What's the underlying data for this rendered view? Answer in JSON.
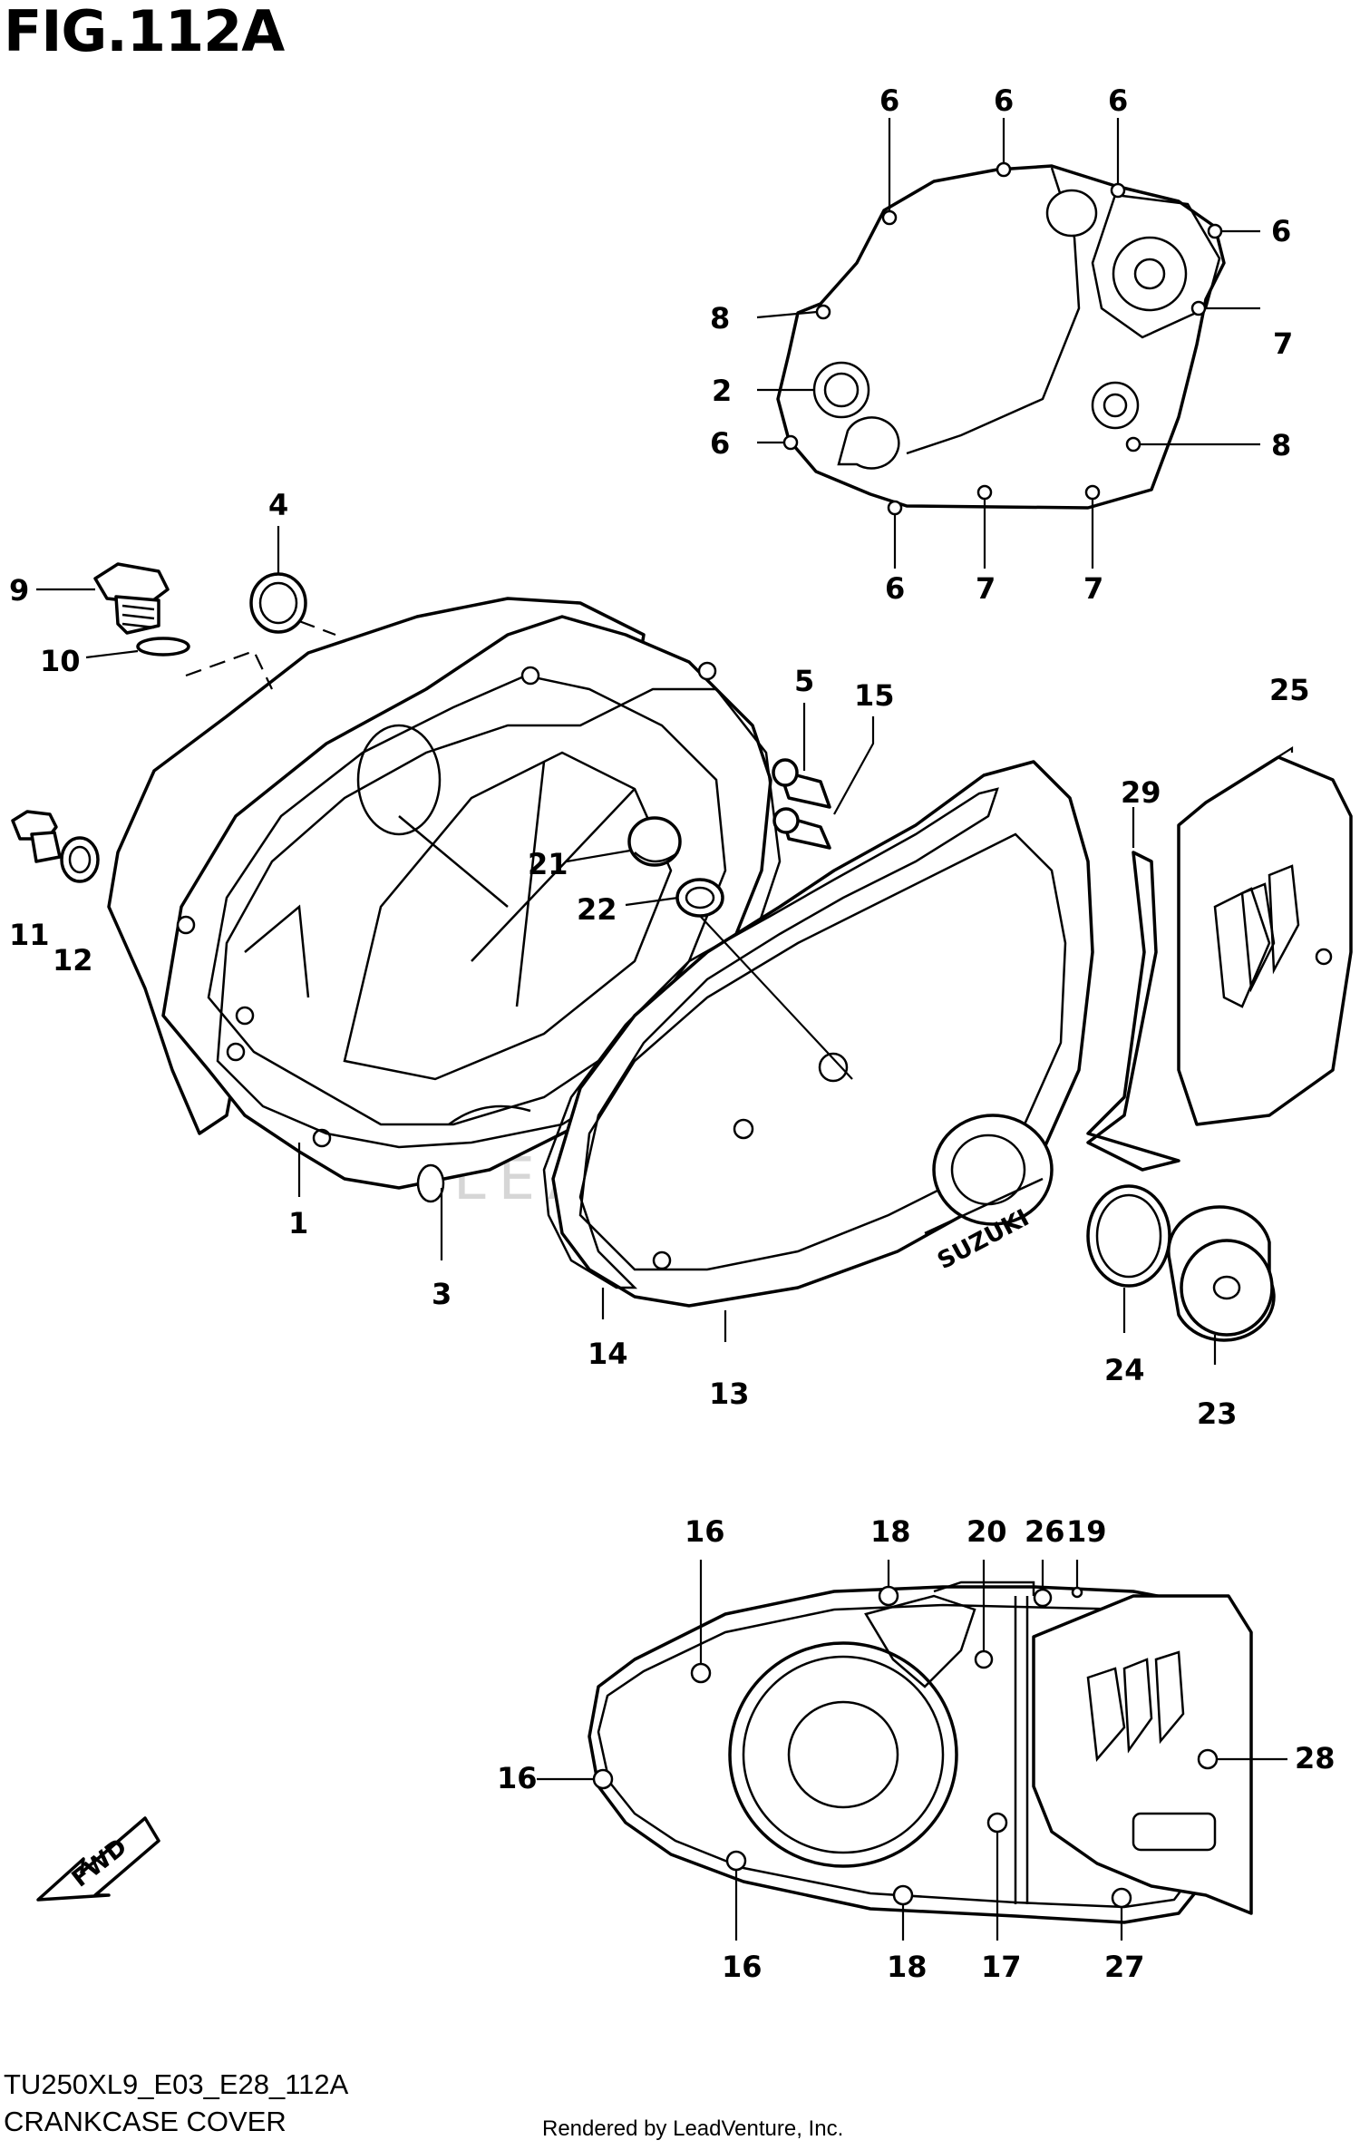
{
  "figure": {
    "title": "FIG.112A",
    "code": "TU250XL9_E03_E28_112A",
    "section": "CRANKCASE COVER",
    "credit": "Rendered by LeadVenture, Inc.",
    "watermark": "LEADVENTURE",
    "fwd_label": "FWD",
    "brand_mark": "SUZUKI"
  },
  "callouts": {
    "c1": "1",
    "c2": "2",
    "c3": "3",
    "c4": "4",
    "c5": "5",
    "c6a": "6",
    "c6b": "6",
    "c6c": "6",
    "c6d": "6",
    "c6e": "6",
    "c6f": "6",
    "c7a": "7",
    "c7b": "7",
    "c7c": "7",
    "c8a": "8",
    "c8b": "8",
    "c9": "9",
    "c10": "10",
    "c11": "11",
    "c12": "12",
    "c13": "13",
    "c14": "14",
    "c15": "15",
    "c16a": "16",
    "c16b": "16",
    "c16c": "16",
    "c17": "17",
    "c18a": "18",
    "c18b": "18",
    "c19": "19",
    "c20": "20",
    "c21": "21",
    "c22": "22",
    "c23": "23",
    "c24": "24",
    "c25": "25",
    "c26": "26",
    "c27": "27",
    "c28": "28",
    "c29": "29"
  },
  "colors": {
    "line": "#000000",
    "background": "#ffffff",
    "watermark": "#d6d6d6"
  }
}
